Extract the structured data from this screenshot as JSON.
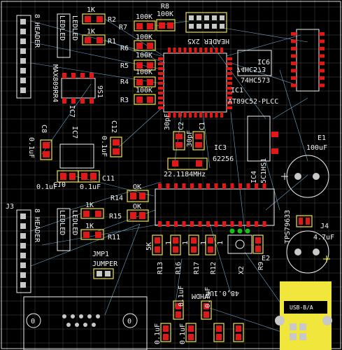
{
  "colors": {
    "background": "#000000",
    "grid": "#4a4a4a",
    "silkscreen": "#f2f2f2",
    "outline": "#f0e63c",
    "pad_red": "#e01818",
    "pad_green": "#18c018",
    "pad_gray": "#c8c8c8",
    "ratsnest": "#6fa8c8",
    "usb_body": "#f0e63c"
  },
  "labels": {
    "j1_header": "8 HEADER",
    "j1_ledleds": "LEDLED",
    "ic7_part": "MAX809RR4",
    "ic7_name": "IC7",
    "ic7_pin": "9S1",
    "r1": "1K",
    "r2": "R2",
    "r3": "R3",
    "r4": "R4",
    "r5": "R5",
    "r6": "R6",
    "r7": "R7",
    "r8": "R8",
    "r1name": "R1",
    "k100_a": "100K",
    "k100_b": "100K",
    "k100_c": "100K",
    "k100_d": "100K",
    "k100_e": "100K",
    "k100_f": "100K",
    "header_top": "HEADER 2X5",
    "ic6_part": "74HC573",
    "ic6_name": "IC6",
    "ic1_name": "IC1",
    "ic1_part": "AT89C52-PLCC",
    "c8": "C8",
    "c12": "C12",
    "c10": "C10",
    "c11": "C11",
    "uf_a": "0.1uF",
    "uf_b": "0.1uF",
    "uf_c": "0.1uF",
    "uf_d": "0.1uF",
    "pf30_a": "30pF",
    "pf30_b": "30pF",
    "c2": "C2",
    "c1": "C1",
    "ic3_name": "IC3",
    "ic3_part": "62256",
    "crystal": "22.1184MHz",
    "ic4_name": "IC4",
    "ic4_part": "5C1HS1",
    "e1": "E1",
    "e1_val": "100uF",
    "r14": "R14",
    "r15": "R15",
    "ok_a": "OK",
    "ok_b": "OK",
    "j3": "J3",
    "j3_header": "8 HEADER",
    "j3_led": "LEDLED",
    "r11": "R11",
    "r16": "R16",
    "r13": "R13",
    "r17": "R17",
    "r12": "R12",
    "r9": "R9",
    "x2": "X2",
    "e2": "E2",
    "jmp1": "JMP1",
    "jumper": "JUMPER",
    "tps": "TPS79633",
    "j4": "J4",
    "j4_val": "4.7uF",
    "bottom_caps": "48,0.1UF",
    "bottom_caps2": "VHDM",
    "uf_e": "0.1uF",
    "uf_f": "0.1uF",
    "uf_g": "0.1uF",
    "uf_h": "0.1uF",
    "usb_label": "USB-B/A",
    "k1_a": "1K",
    "k1_b": "1K",
    "k1_c": "1K",
    "k5": "5K",
    "one_a": "1",
    "one_b": "1",
    "one_c": "1",
    "one_d": "1",
    "zero_a": "0",
    "zero_b": "0"
  }
}
